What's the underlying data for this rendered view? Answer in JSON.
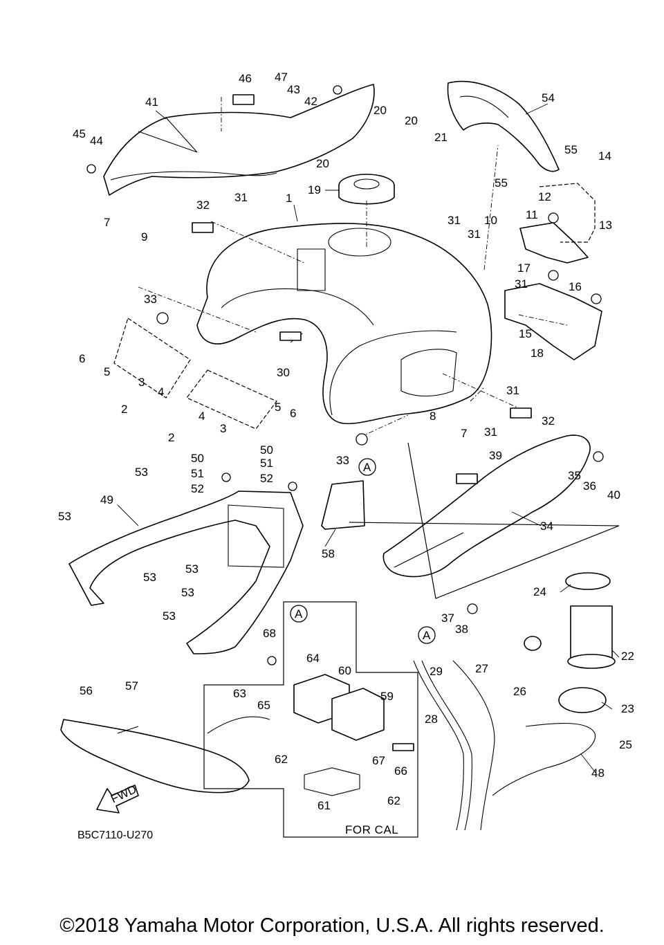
{
  "diagram_code": "B5C7110-U270",
  "copyright": "©2018 Yamaha Motor Corporation, U.S.A. All rights reserved.",
  "for_cal_label": "FOR CAL",
  "fwd_label": "FWD",
  "reference_marker": "A",
  "callouts": [
    {
      "id": "c1",
      "text": "1"
    },
    {
      "id": "c2a",
      "text": "2"
    },
    {
      "id": "c2b",
      "text": "2"
    },
    {
      "id": "c3a",
      "text": "3"
    },
    {
      "id": "c3b",
      "text": "3"
    },
    {
      "id": "c4a",
      "text": "4"
    },
    {
      "id": "c4b",
      "text": "4"
    },
    {
      "id": "c5a",
      "text": "5"
    },
    {
      "id": "c5b",
      "text": "5"
    },
    {
      "id": "c6a",
      "text": "6"
    },
    {
      "id": "c6b",
      "text": "6"
    },
    {
      "id": "c7a",
      "text": "7"
    },
    {
      "id": "c7b",
      "text": "7"
    },
    {
      "id": "c8",
      "text": "8"
    },
    {
      "id": "c9",
      "text": "9"
    },
    {
      "id": "c10",
      "text": "10"
    },
    {
      "id": "c11",
      "text": "11"
    },
    {
      "id": "c12",
      "text": "12"
    },
    {
      "id": "c13",
      "text": "13"
    },
    {
      "id": "c14",
      "text": "14"
    },
    {
      "id": "c15",
      "text": "15"
    },
    {
      "id": "c16",
      "text": "16"
    },
    {
      "id": "c17",
      "text": "17"
    },
    {
      "id": "c18",
      "text": "18"
    },
    {
      "id": "c19",
      "text": "19"
    },
    {
      "id": "c20a",
      "text": "20"
    },
    {
      "id": "c20b",
      "text": "20"
    },
    {
      "id": "c20c",
      "text": "20"
    },
    {
      "id": "c21",
      "text": "21"
    },
    {
      "id": "c22",
      "text": "22"
    },
    {
      "id": "c23",
      "text": "23"
    },
    {
      "id": "c24",
      "text": "24"
    },
    {
      "id": "c25",
      "text": "25"
    },
    {
      "id": "c26",
      "text": "26"
    },
    {
      "id": "c27",
      "text": "27"
    },
    {
      "id": "c28",
      "text": "28"
    },
    {
      "id": "c29",
      "text": "29"
    },
    {
      "id": "c30",
      "text": "30"
    },
    {
      "id": "c31a",
      "text": "31"
    },
    {
      "id": "c31b",
      "text": "31"
    },
    {
      "id": "c31c",
      "text": "31"
    },
    {
      "id": "c31d",
      "text": "31"
    },
    {
      "id": "c31e",
      "text": "31"
    },
    {
      "id": "c31f",
      "text": "31"
    },
    {
      "id": "c32a",
      "text": "32"
    },
    {
      "id": "c32b",
      "text": "32"
    },
    {
      "id": "c33a",
      "text": "33"
    },
    {
      "id": "c33b",
      "text": "33"
    },
    {
      "id": "c34",
      "text": "34"
    },
    {
      "id": "c35",
      "text": "35"
    },
    {
      "id": "c36",
      "text": "36"
    },
    {
      "id": "c37",
      "text": "37"
    },
    {
      "id": "c38",
      "text": "38"
    },
    {
      "id": "c39",
      "text": "39"
    },
    {
      "id": "c40",
      "text": "40"
    },
    {
      "id": "c41",
      "text": "41"
    },
    {
      "id": "c42",
      "text": "42"
    },
    {
      "id": "c43",
      "text": "43"
    },
    {
      "id": "c44",
      "text": "44"
    },
    {
      "id": "c45",
      "text": "45"
    },
    {
      "id": "c46",
      "text": "46"
    },
    {
      "id": "c47",
      "text": "47"
    },
    {
      "id": "c48",
      "text": "48"
    },
    {
      "id": "c49",
      "text": "49"
    },
    {
      "id": "c50a",
      "text": "50"
    },
    {
      "id": "c50b",
      "text": "50"
    },
    {
      "id": "c51a",
      "text": "51"
    },
    {
      "id": "c51b",
      "text": "51"
    },
    {
      "id": "c52a",
      "text": "52"
    },
    {
      "id": "c52b",
      "text": "52"
    },
    {
      "id": "c53a",
      "text": "53"
    },
    {
      "id": "c53b",
      "text": "53"
    },
    {
      "id": "c53c",
      "text": "53"
    },
    {
      "id": "c53d",
      "text": "53"
    },
    {
      "id": "c53e",
      "text": "53"
    },
    {
      "id": "c53f",
      "text": "53"
    },
    {
      "id": "c54",
      "text": "54"
    },
    {
      "id": "c55a",
      "text": "55"
    },
    {
      "id": "c55b",
      "text": "55"
    },
    {
      "id": "c56",
      "text": "56"
    },
    {
      "id": "c57",
      "text": "57"
    },
    {
      "id": "c58",
      "text": "58"
    },
    {
      "id": "c59",
      "text": "59"
    },
    {
      "id": "c60",
      "text": "60"
    },
    {
      "id": "c61",
      "text": "61"
    },
    {
      "id": "c62a",
      "text": "62"
    },
    {
      "id": "c62b",
      "text": "62"
    },
    {
      "id": "c63",
      "text": "63"
    },
    {
      "id": "c64",
      "text": "64"
    },
    {
      "id": "c65",
      "text": "65"
    },
    {
      "id": "c66",
      "text": "66"
    },
    {
      "id": "c67",
      "text": "67"
    },
    {
      "id": "c68",
      "text": "68"
    }
  ]
}
